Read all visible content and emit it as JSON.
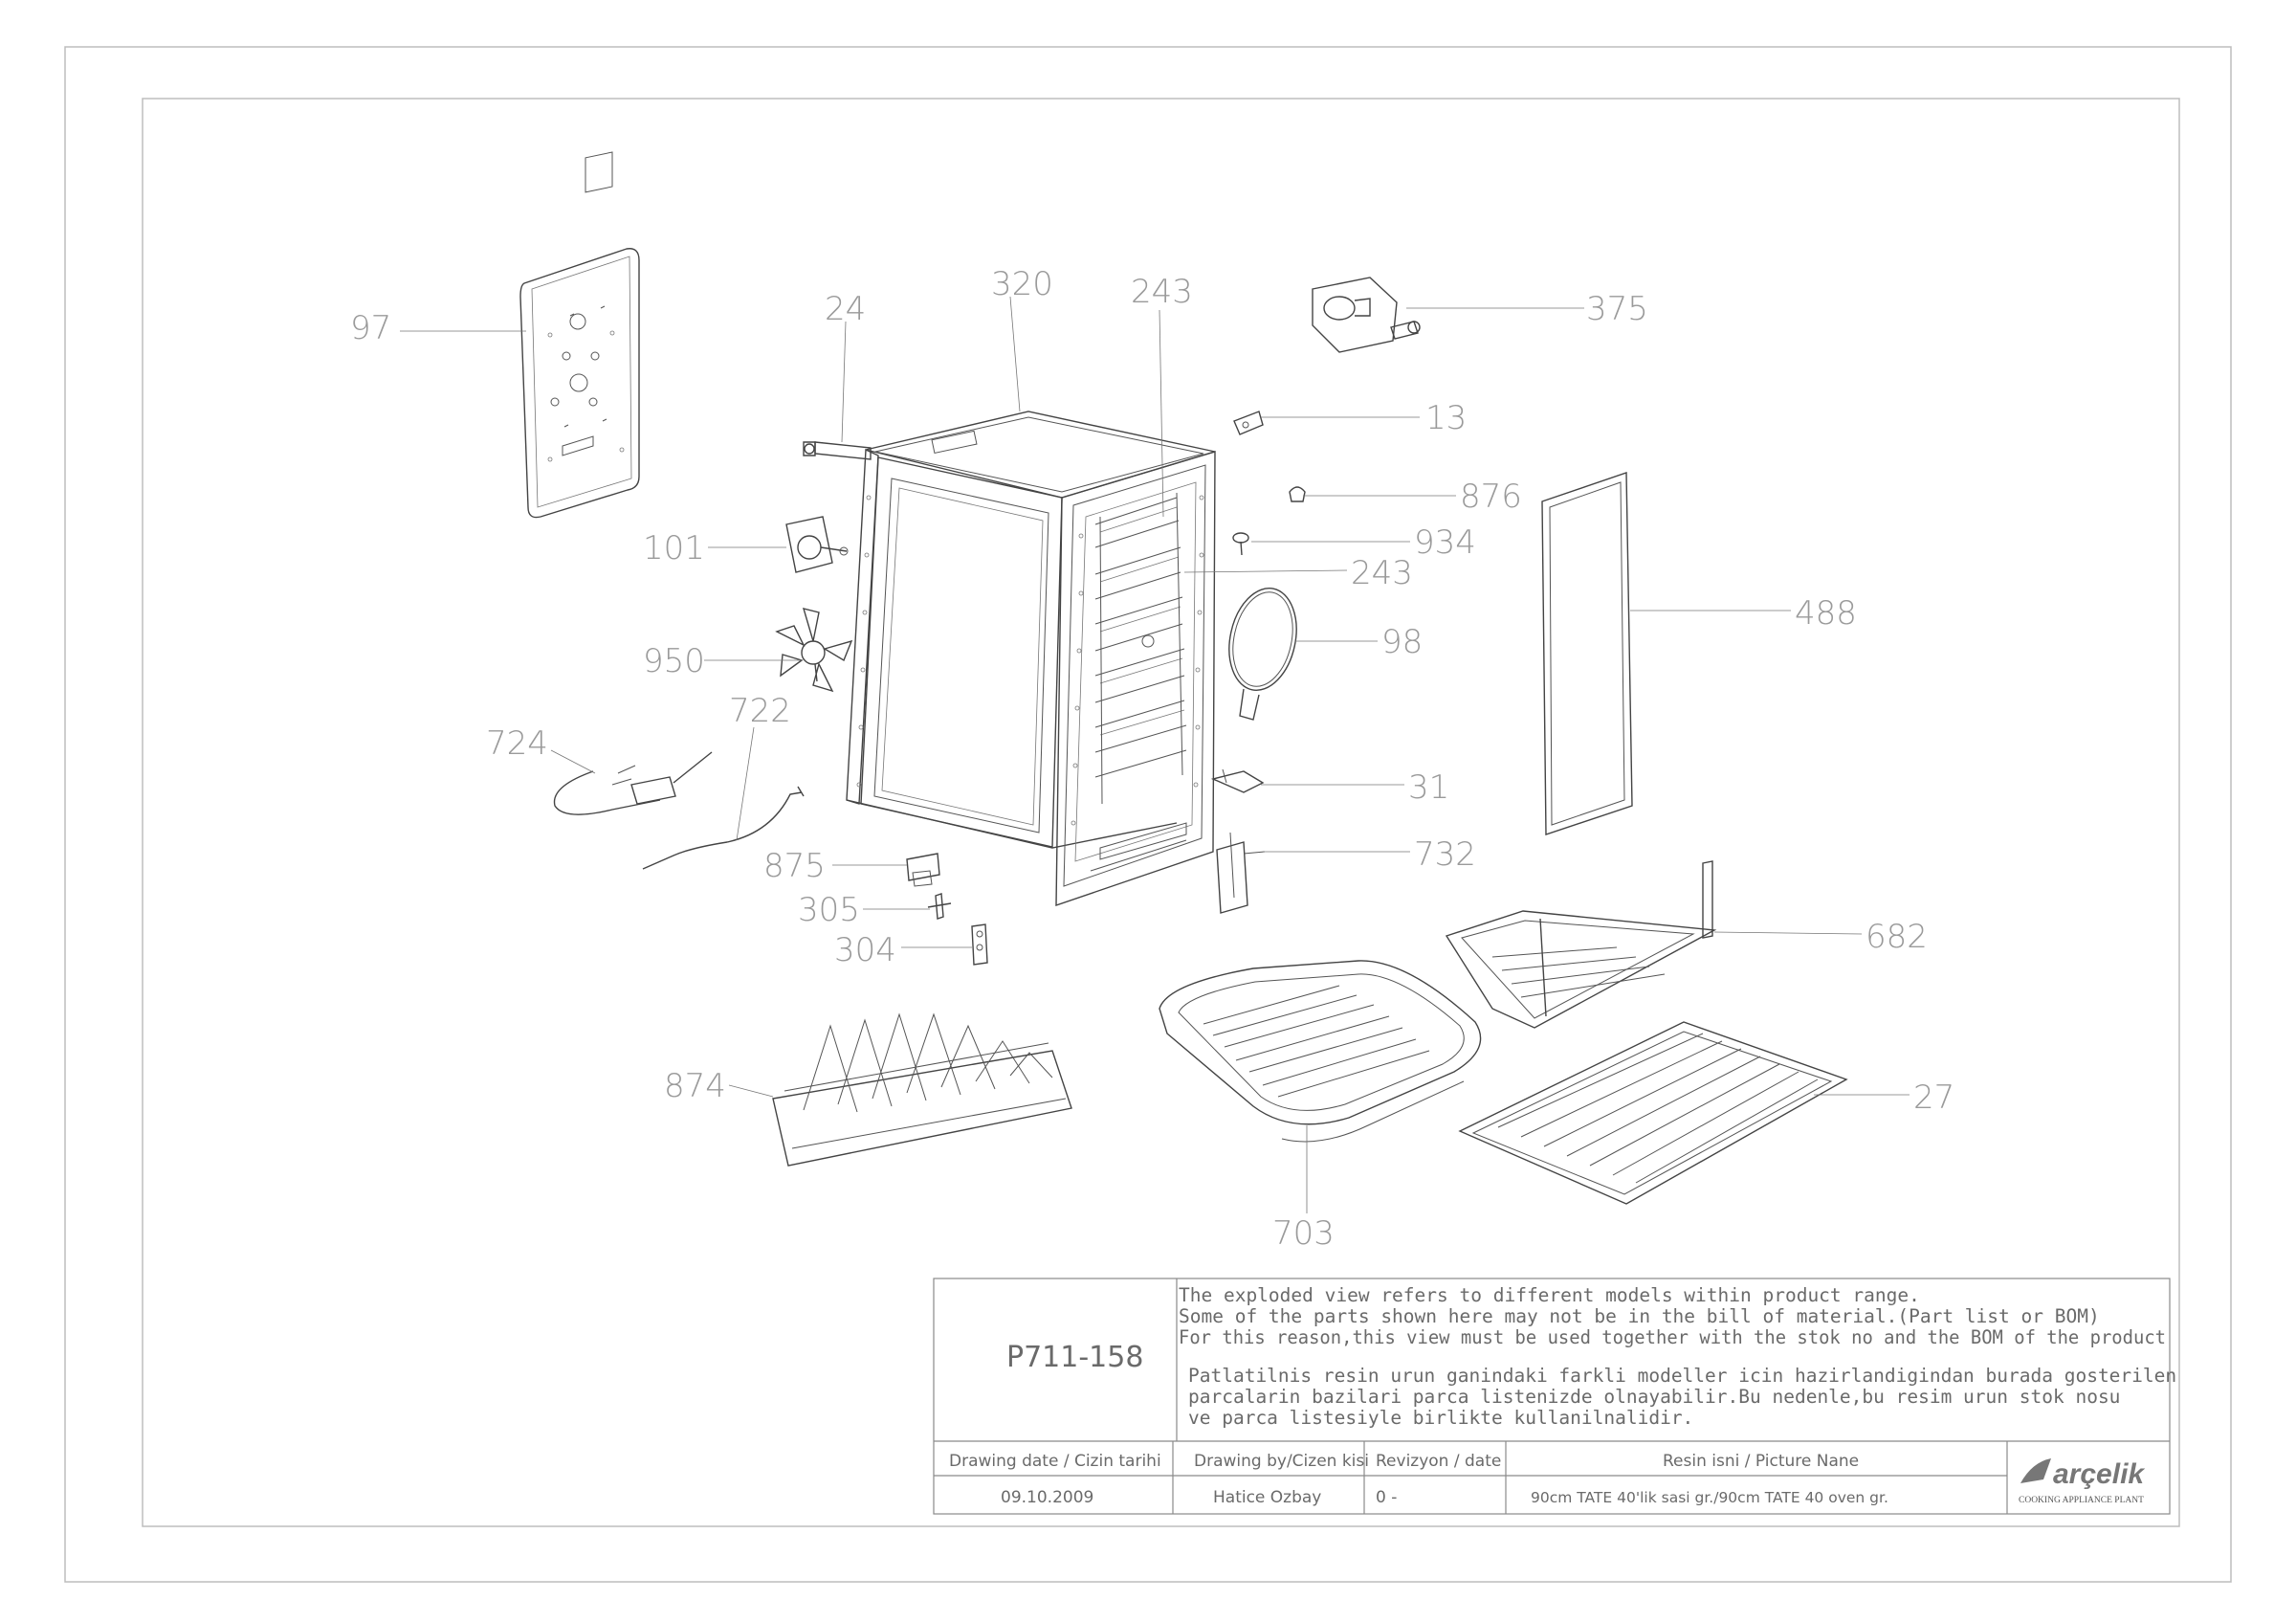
{
  "callouts": [
    {
      "id": "97",
      "label": "97"
    },
    {
      "id": "24",
      "label": "24"
    },
    {
      "id": "320",
      "label": "320"
    },
    {
      "id": "243a",
      "label": "243"
    },
    {
      "id": "375",
      "label": "375"
    },
    {
      "id": "13",
      "label": "13"
    },
    {
      "id": "876",
      "label": "876"
    },
    {
      "id": "934",
      "label": "934"
    },
    {
      "id": "243b",
      "label": "243"
    },
    {
      "id": "488",
      "label": "488"
    },
    {
      "id": "101",
      "label": "101"
    },
    {
      "id": "98",
      "label": "98"
    },
    {
      "id": "950",
      "label": "950"
    },
    {
      "id": "722",
      "label": "722"
    },
    {
      "id": "724",
      "label": "724"
    },
    {
      "id": "31",
      "label": "31"
    },
    {
      "id": "732",
      "label": "732"
    },
    {
      "id": "875",
      "label": "875"
    },
    {
      "id": "305",
      "label": "305"
    },
    {
      "id": "304",
      "label": "304"
    },
    {
      "id": "682",
      "label": "682"
    },
    {
      "id": "874",
      "label": "874"
    },
    {
      "id": "27",
      "label": "27"
    },
    {
      "id": "703",
      "label": "703"
    }
  ],
  "title_block": {
    "drawing_no": "P711-158",
    "notes_en": [
      "The exploded view refers to different models within product range.",
      "Some of the parts shown here may not be in the bill of material.(Part list or BOM)",
      "For this reason,this view must be used together with the stok no and the BOM of the product"
    ],
    "notes_tr": [
      "Patlatilnis resin urun ganindaki farkli modeller icin hazirlandigindan burada gosterilen",
      "parcalarin bazilari parca listenizde olnayabilir.Bu nedenle,bu resim urun stok nosu",
      "ve parca listesiyle birlikte kullanilnalidir."
    ],
    "headers": {
      "date": "Drawing date / Cizin tarihi",
      "drawn_by": "Drawing by/Cizen kisi",
      "revision": "Revizyon / date",
      "picture_name": "Resin isni / Picture Nane"
    },
    "values": {
      "date": "09.10.2009",
      "drawn_by": "Hatice Ozbay",
      "revision": "0 -",
      "picture_name": "90cm TATE 40'lik sasi gr./90cm TATE 40 oven gr."
    },
    "brand": "arçelik",
    "brand_subtitle": "COOKING APPLIANCE PLANT"
  },
  "colors": {
    "line": "#444444",
    "callout_text": "#9a9a9a",
    "frame": "#bdbdbd",
    "background": "#ffffff"
  }
}
